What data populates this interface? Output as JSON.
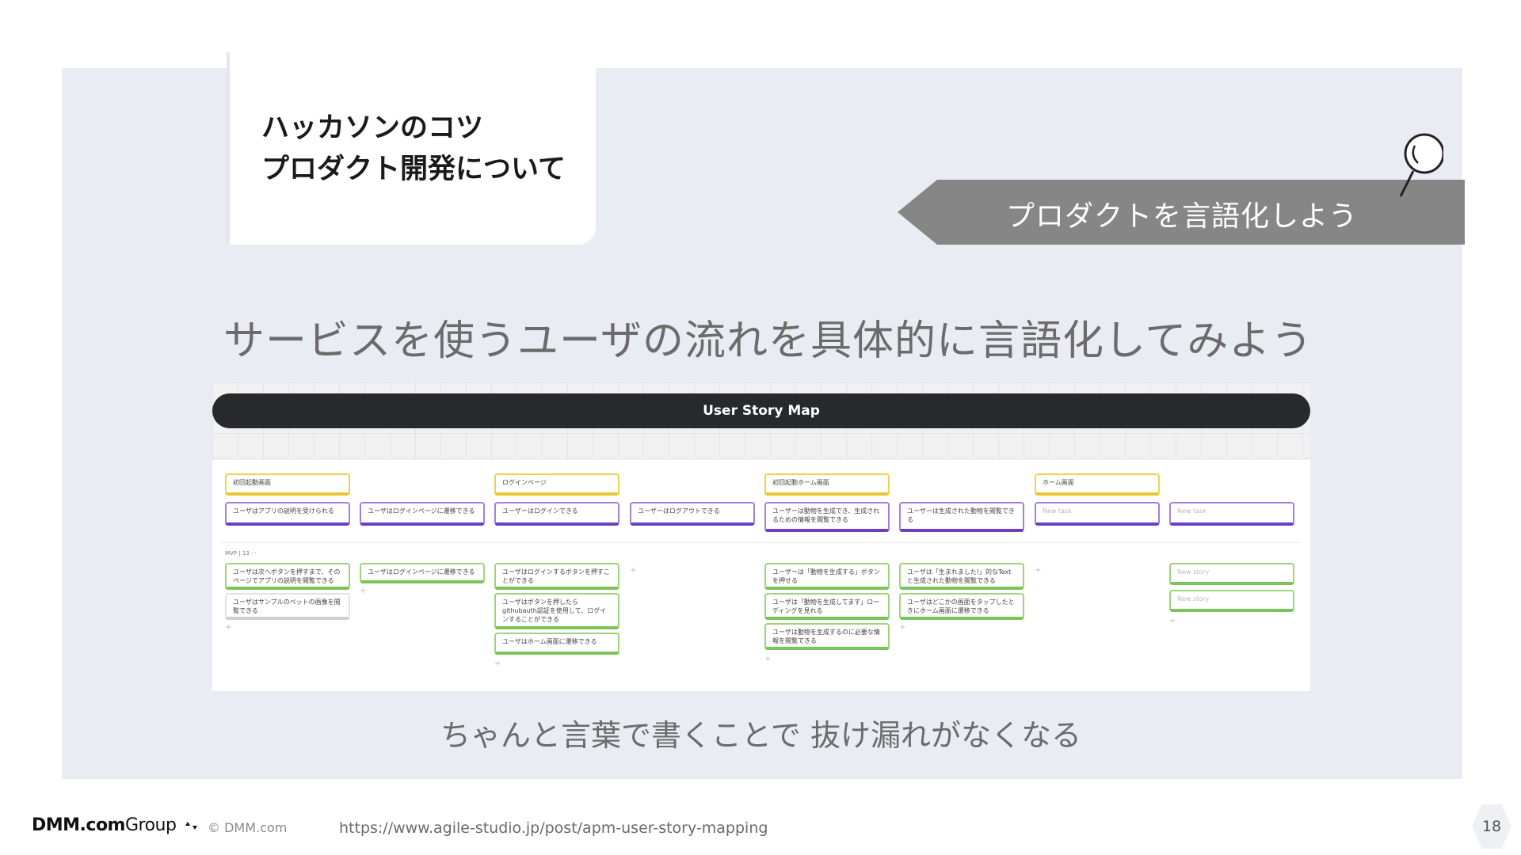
{
  "slide": {
    "title_line1": "ハッカソンのコツ",
    "title_line2": "プロダクト開発について",
    "section_tag": "プロダクトを言語化しよう",
    "headline": "サービスを使うユーザの流れを具体的に言語化してみよう",
    "caption": "ちゃんと言葉で書くことで 抜け漏れがなくなる",
    "page_number": "18"
  },
  "story_map": {
    "header": "User Story Map",
    "mvp_label": "MVP | 13 ···",
    "activities": [
      "初回起動画面",
      "ログインページ",
      "初回起動ホーム画面",
      "ホーム画面"
    ],
    "tasks": [
      "ユーザはアプリの説明を受けられる",
      "ユーザはログインページに遷移できる",
      "ユーザーはログインできる",
      "ユーザーはログアウトできる",
      "ユーザーは動物を生成でき、生成されるための情報を閲覧できる",
      "ユーザーは生成された動物を閲覧できる",
      "New task",
      "New task"
    ],
    "stories": [
      "ユーザは次へボタンを押すまで、そのページでアプリの説明を閲覧できる",
      "ユーザはサンプルのペットの画像を閲覧できる",
      "ユーザはログインページに遷移できる",
      "ユーザはログインするボタンを押すことができる",
      "ユーザはボタンを押したらgithubauth認証を使用して、ログインすることができる",
      "ユーザはホーム画面に遷移できる",
      "ユーザーは「動物を生成する」ボタンを押せる",
      "ユーザは「動物を生成してます」ローディングを見れる",
      "ユーザは動物を生成するのに必要な情報を閲覧できる",
      "ユーザは「生まれました!」的なTextと生成された動物を閲覧できる",
      "ユーザはどこかの画面をタップしたときにホーム画面に遷移できる",
      "New story",
      "New story"
    ]
  },
  "footer": {
    "logo_main": "DMM.com",
    "logo_group": "Group",
    "copyright": "© DMM.com",
    "url": "https://www.agile-studio.jp/post/apm-user-story-mapping"
  }
}
